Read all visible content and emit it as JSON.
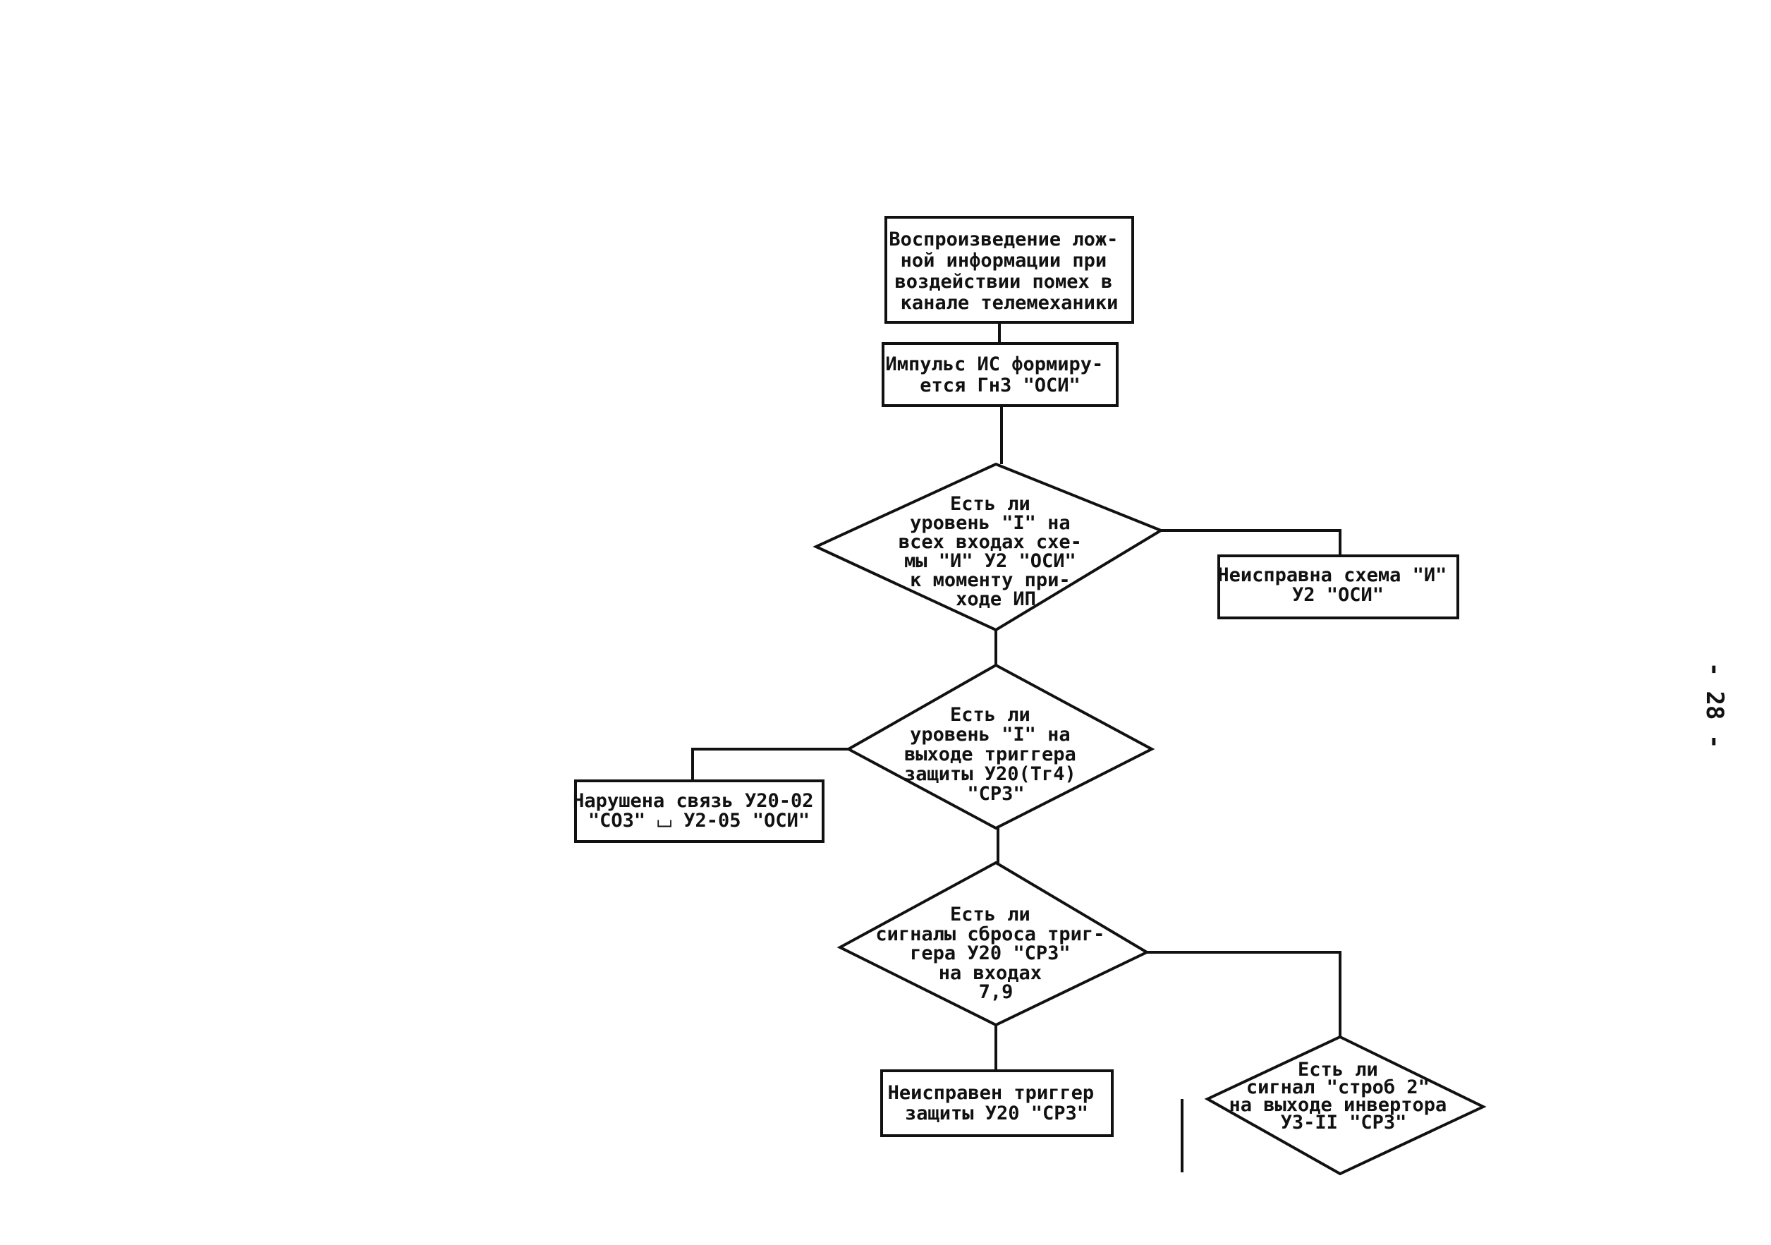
{
  "page_number": "- 28 -",
  "nodes": [
    {
      "id": "start",
      "kind": "process",
      "lines": [
        "Воспроизведение лож-",
        "ной информации при",
        "воздействии помех в",
        "канале телемеханики"
      ]
    },
    {
      "id": "impulse",
      "kind": "process",
      "lines": [
        "Импульс ИС формиру-",
        "ется ГнЗ \"ОСИ\""
      ]
    },
    {
      "id": "decision-1",
      "kind": "decision",
      "lines": [
        "Есть ли",
        "уровень \"I\" на",
        "всех входах схе-",
        "мы \"И\" У2 \"ОСИ\"",
        "к моменту при-",
        "ходе ИП"
      ]
    },
    {
      "id": "fault-and-scheme",
      "kind": "process",
      "lines": [
        "Неисправна схема \"И\"",
        "У2 \"ОСИ\""
      ]
    },
    {
      "id": "decision-2",
      "kind": "decision",
      "lines": [
        "Есть ли",
        "уровень \"I\" на",
        "выходе триггера",
        "защиты У20(Тг4)",
        "\"СРЗ\""
      ]
    },
    {
      "id": "broken-link",
      "kind": "process",
      "lines": [
        "Нарушена связь У20-02",
        "\"СОЗ\" ⌴ У2-05 \"ОСИ\""
      ]
    },
    {
      "id": "decision-3",
      "kind": "decision",
      "lines": [
        "Есть ли",
        "сигналы сброса триг-",
        "гера У20 \"СРЗ\"",
        "на входах",
        "7,9"
      ]
    },
    {
      "id": "fault-trigger",
      "kind": "process",
      "lines": [
        "Неисправен триггер",
        "защиты У20 \"СРЗ\""
      ]
    },
    {
      "id": "decision-4",
      "kind": "decision",
      "lines": [
        "Есть ли",
        "сигнал \"строб 2\"",
        "на выходе инвертора",
        "УЗ-II \"СРЗ\""
      ]
    }
  ]
}
